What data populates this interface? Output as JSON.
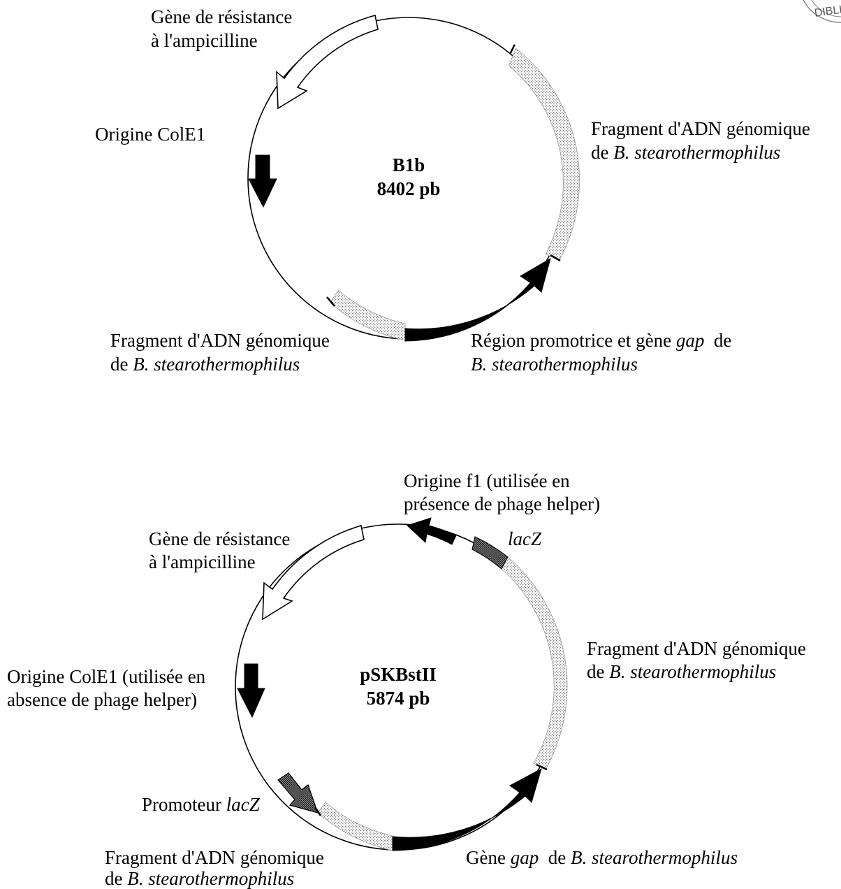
{
  "stamp_text": "DIBLI",
  "plasmids": [
    {
      "name": "B1b",
      "size": "8402 pb",
      "labels": {
        "amp_1": "Gène de résistance",
        "amp_2": "à l'ampicilline",
        "ori": "Origine ColE1",
        "frag_right_1": "Fragment d'ADN génomique",
        "frag_right_2": "de ",
        "frag_right_2_it": "B. stearothermophilus",
        "frag_bottom_1": "Fragment d'ADN génomique",
        "frag_bottom_2": "de ",
        "frag_bottom_2_it": "B. stearothermophilus",
        "gap_1": "Région promotrice et gène ",
        "gap_1_it": "gap",
        "gap_1_end": "  de",
        "gap_2_it": "B. stearothermophilus"
      }
    },
    {
      "name": "pSKBstII",
      "size": "5874 pb",
      "labels": {
        "f1_1": "Origine f1 (utilisée en",
        "f1_2": "présence de phage helper)",
        "lacz_it": "lacZ",
        "amp_1": "Gène de résistance",
        "amp_2": "à l'ampicilline",
        "ori_1": "Origine ColE1 (utilisée en",
        "ori_2": "absence de phage helper)",
        "frag_right_1": "Fragment d'ADN génomique",
        "frag_right_2": "de ",
        "frag_right_2_it": "B. stearothermophilus",
        "promoter": "Promoteur ",
        "promoter_it": "lacZ",
        "frag_bottom_1": "Fragment d'ADN génomique",
        "frag_bottom_2": "de ",
        "frag_bottom_2_it": "B. stearothermophilus",
        "gap_1": "Gène ",
        "gap_1_it": "gap",
        "gap_1_end": "  de ",
        "gap_1_it2": "B. stearothermophilus"
      }
    }
  ]
}
